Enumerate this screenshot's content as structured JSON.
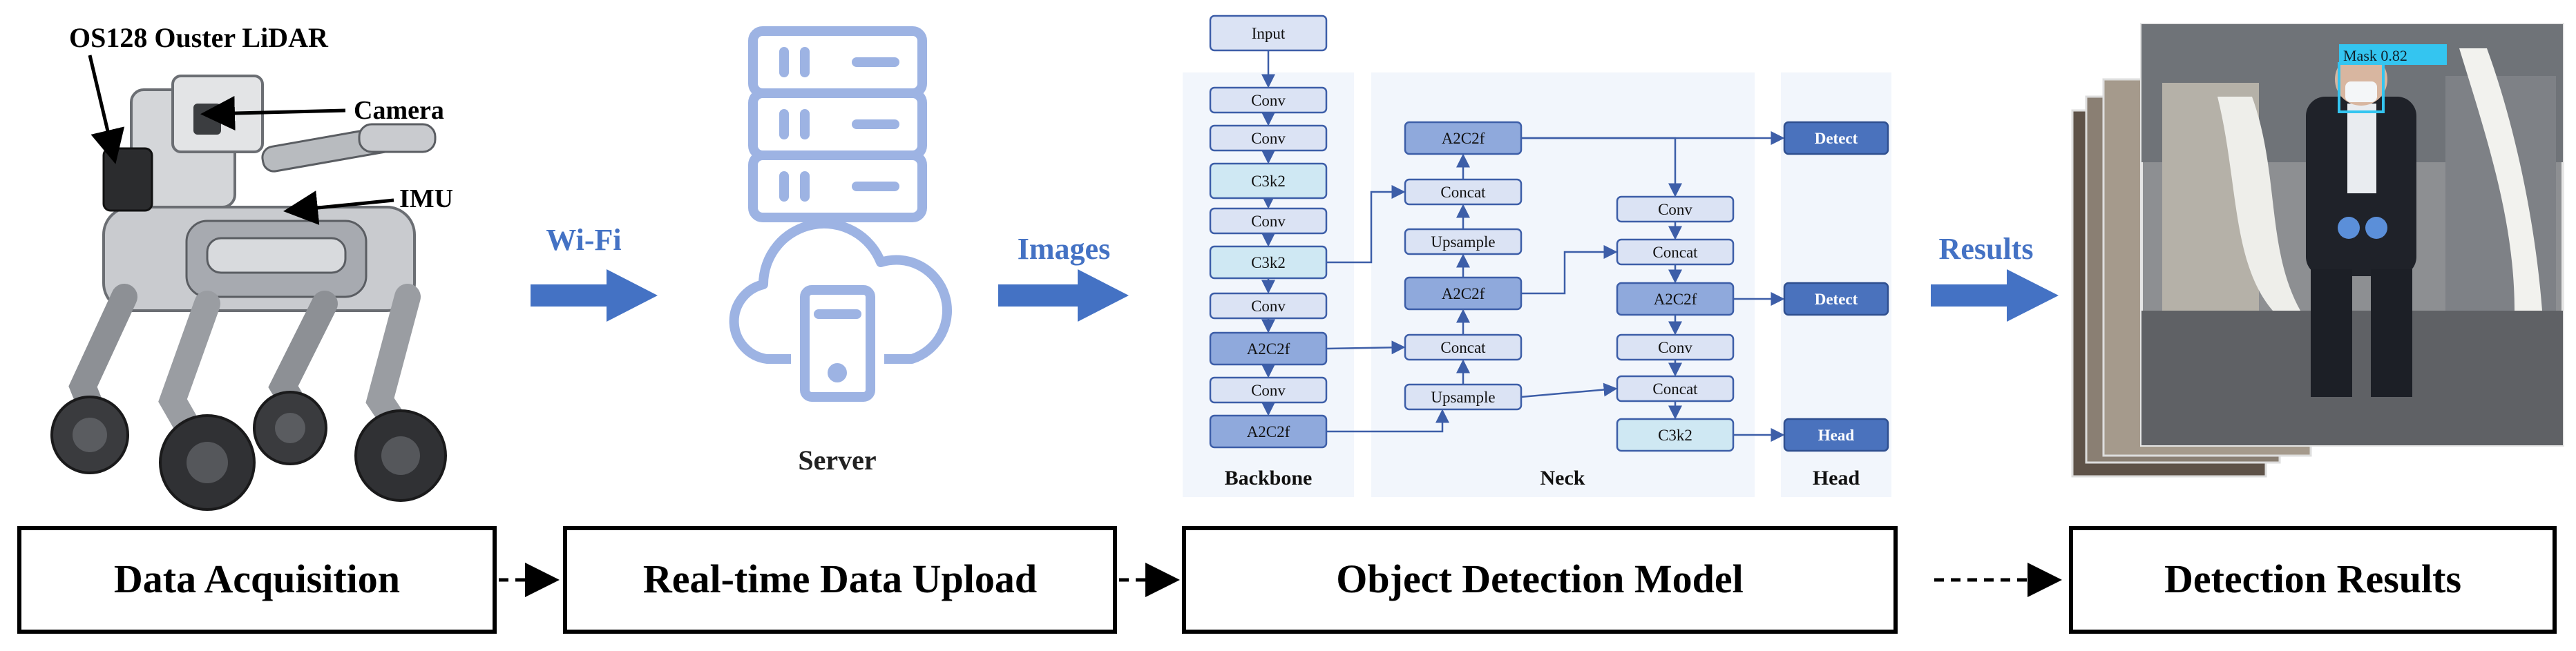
{
  "robot": {
    "label_lidar": "OS128 Ouster LiDAR",
    "label_camera": "Camera",
    "label_imu": "IMU"
  },
  "links": {
    "wifi": "Wi-Fi",
    "images": "Images",
    "results": "Results"
  },
  "server": {
    "label": "Server"
  },
  "model": {
    "backbone_title": "Backbone",
    "neck_title": "Neck",
    "head_title": "Head",
    "backbone": [
      "Input",
      "Conv",
      "Conv",
      "C3k2",
      "Conv",
      "C3k2",
      "Conv",
      "A2C2f",
      "Conv",
      "A2C2f"
    ],
    "neck_col1": [
      "A2C2f",
      "Concat",
      "Upsample",
      "A2C2f",
      "Concat",
      "Upsample"
    ],
    "neck_col2": [
      "Conv",
      "Concat",
      "A2C2f",
      "Conv",
      "Concat",
      "C3k2"
    ],
    "head": [
      "Detect",
      "Detect",
      "Head"
    ]
  },
  "detection": {
    "tag": "Mask 0.82"
  },
  "stages": [
    "Data Acquisition",
    "Real-time Data Upload",
    "Object Detection Model",
    "Detection Results"
  ],
  "colors": {
    "accent": "#4472c4",
    "icon": "#9db3e3",
    "block_light": "#dbe3f4",
    "block_mid": "#8fa9dc",
    "block_cyan": "#cfe8f3",
    "block_dark": "#4a72bd",
    "panel": "#f2f6fc"
  }
}
